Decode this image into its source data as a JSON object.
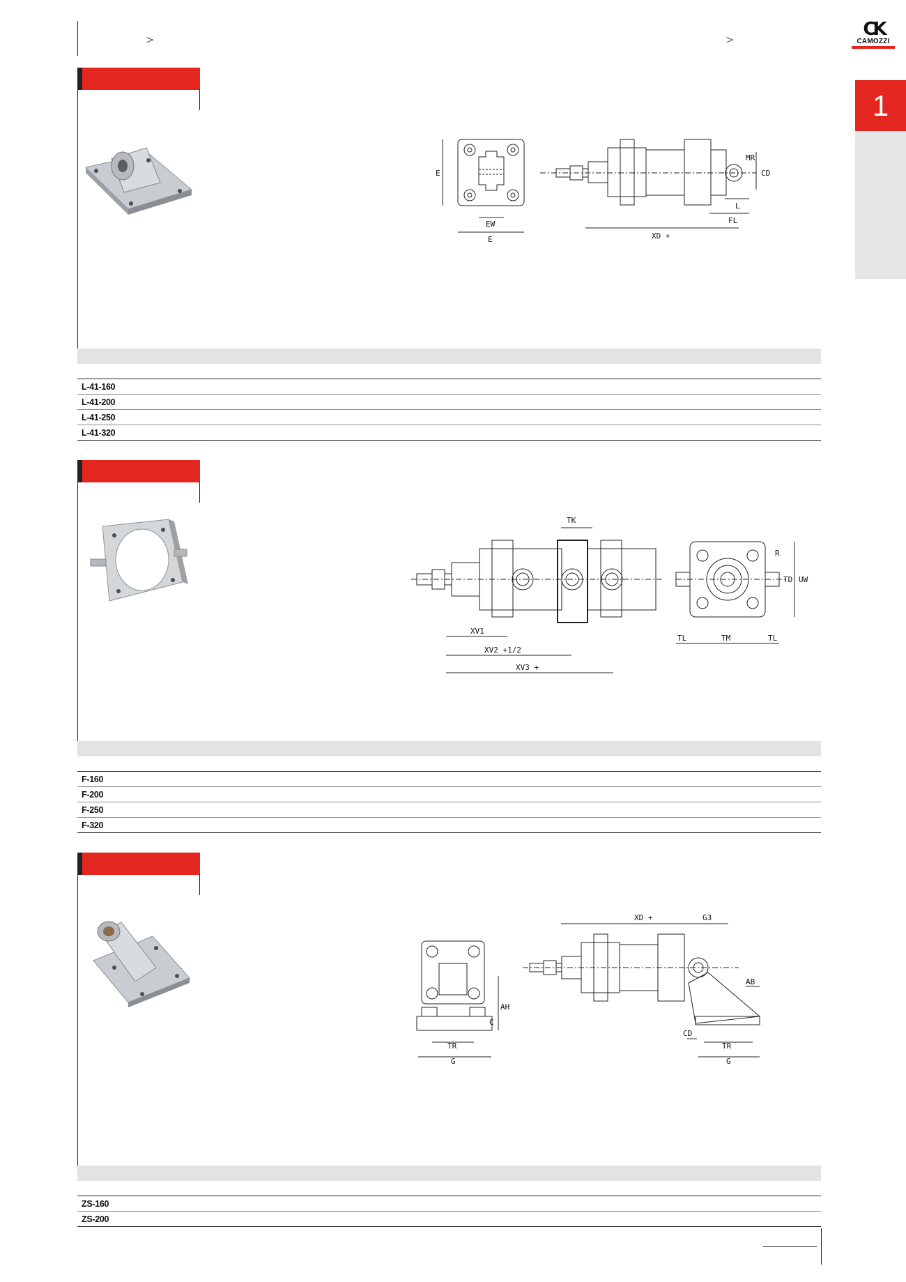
{
  "header": {
    "chevron_left": ">",
    "chevron_right": ">"
  },
  "brand": {
    "logo_mark": "CK",
    "logo_text": "CAMOZZI",
    "accent_color": "#e3261f"
  },
  "side_tab": {
    "number": "1"
  },
  "sections": [
    {
      "rows": [
        "L-41-160",
        "L-41-200",
        "L-41-250",
        "L-41-320"
      ],
      "labels": {
        "e_vertical": "E",
        "ew": "EW",
        "e": "E",
        "mr": "MR",
        "cd": "CD",
        "l": "L",
        "fl": "FL",
        "xd": "XD +"
      }
    },
    {
      "rows": [
        "F-160",
        "F-200",
        "F-250",
        "F-320"
      ],
      "labels": {
        "tk": "TK",
        "xv1": "XV1",
        "xv2": "XV2 +1/2",
        "xv3": "XV3 +",
        "r": "R",
        "td": "TD",
        "uw": "UW",
        "tl_left": "TL",
        "tm": "TM",
        "tl_right": "TL"
      }
    },
    {
      "rows": [
        "ZS-160",
        "ZS-200"
      ],
      "labels": {
        "xd": "XD +",
        "g3": "G3",
        "ah": "AH",
        "c": "C",
        "tr_left": "TR",
        "g_left": "G",
        "ab": "AB",
        "cd": "CD",
        "tr_right": "TR",
        "g_right": "G"
      }
    }
  ]
}
